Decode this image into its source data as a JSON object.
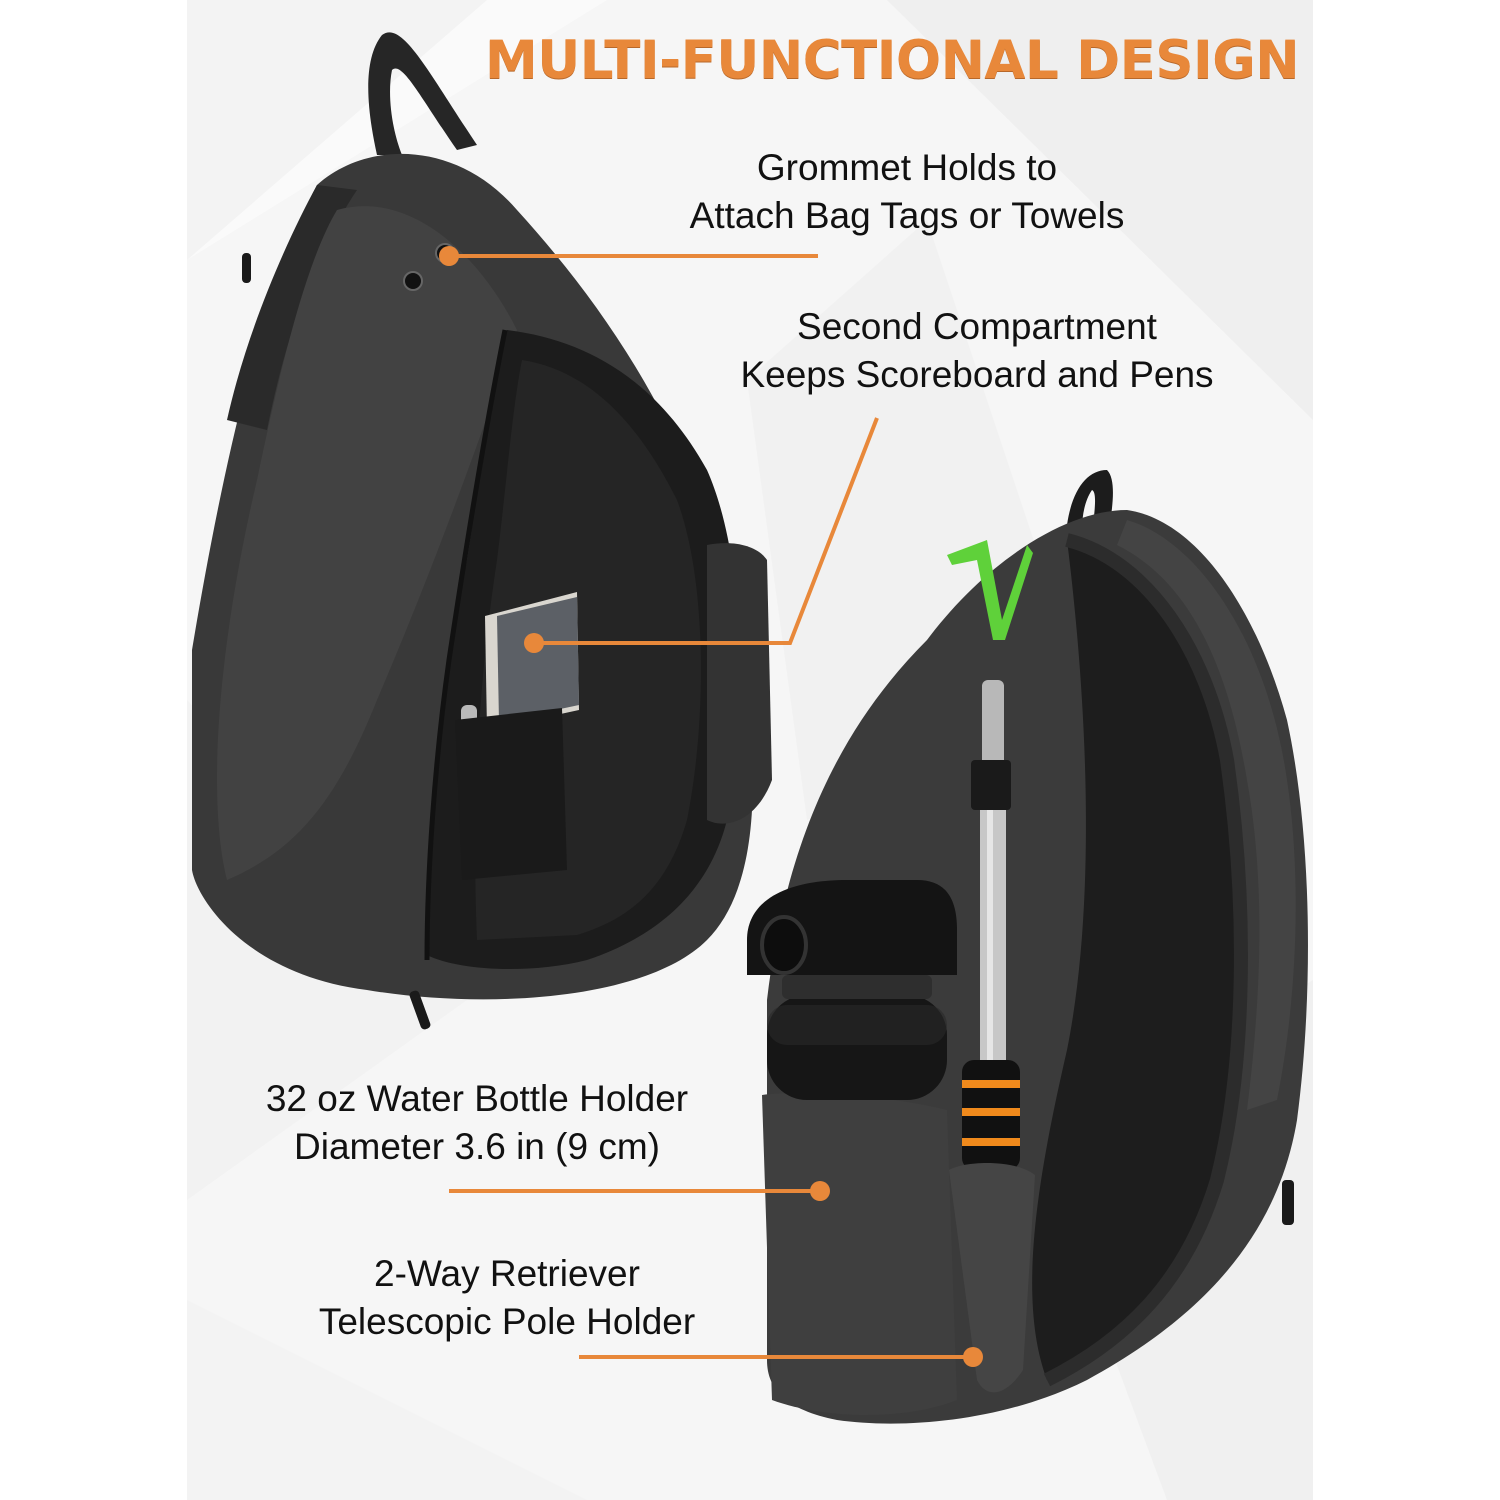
{
  "title": "MULTI-FUNCTIONAL DESIGN",
  "callouts": [
    {
      "id": "grommet",
      "line1": "Grommet Holds to",
      "line2": "Attach Bag Tags or Towels"
    },
    {
      "id": "second-compartment",
      "line1": "Second Compartment",
      "line2": "Keeps Scoreboard and Pens"
    },
    {
      "id": "water-bottle",
      "line1": "32 oz Water Bottle Holder",
      "line2": "Diameter 3.6 in (9 cm)"
    },
    {
      "id": "retriever",
      "line1": "2-Way Retriever",
      "line2": "Telescopic Pole Holder"
    }
  ],
  "colors": {
    "accent": "#e8883a",
    "bag": "#3a3a3a",
    "bag_dark": "#1f1f1f",
    "retriever_green": "#5fd13a",
    "grip_orange": "#f08a1c",
    "background": "#f6f6f6"
  }
}
